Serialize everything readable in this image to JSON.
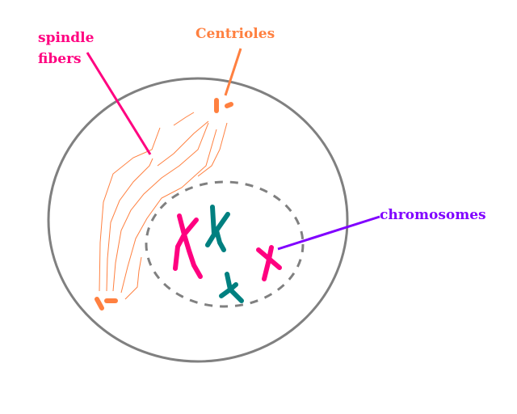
{
  "labels": {
    "spindle_line1": "spindle",
    "spindle_line2": "fibers",
    "centrioles": "Centrioles",
    "chromosomes": "chromosomes"
  },
  "colors": {
    "spindle_label": "#ff0080",
    "centrioles_label": "#ff8040",
    "chromosomes_label": "#8000ff",
    "membrane": "#808080",
    "chromosome_pink": "#ff0080",
    "chromosome_teal": "#008080",
    "fibers": "#ff8040"
  }
}
